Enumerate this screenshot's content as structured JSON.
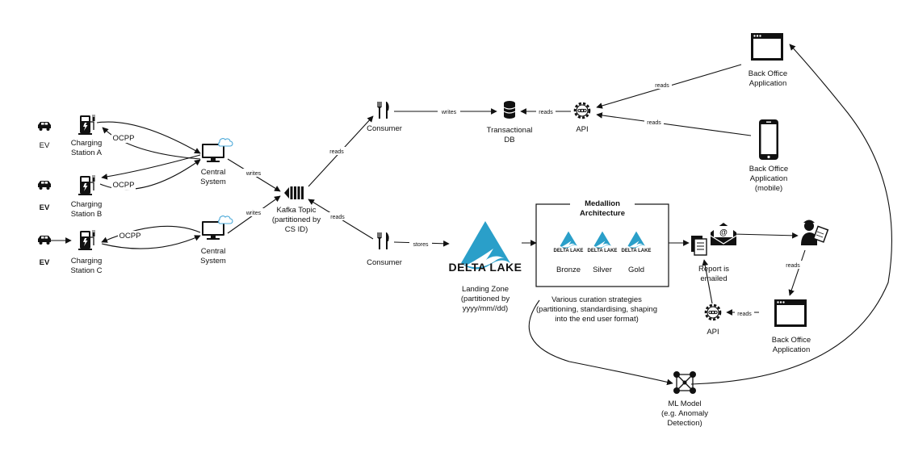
{
  "nodes": {
    "ev_a": {
      "label": "EV",
      "icon": "car-icon"
    },
    "ev_b": {
      "label": "EV",
      "icon": "car-icon"
    },
    "ev_c": {
      "label": "EV",
      "icon": "car-icon"
    },
    "station_a": {
      "label_1": "Charging",
      "label_2": "Station A",
      "icon": "charging-station-icon"
    },
    "station_b": {
      "label_1": "Charging",
      "label_2": "Station B",
      "icon": "charging-station-icon"
    },
    "station_c": {
      "label_1": "Charging",
      "label_2": "Station C",
      "icon": "charging-station-icon"
    },
    "central_1": {
      "label_1": "Central",
      "label_2": "System",
      "icon": "cloud-computer-icon"
    },
    "central_2": {
      "label_1": "Central",
      "label_2": "System",
      "icon": "cloud-computer-icon"
    },
    "kafka": {
      "label_1": "Kafka Topic",
      "label_2": "(partitioned by",
      "label_3": "CS ID)",
      "icon": "kafka-topic-icon"
    },
    "consumer_1": {
      "label": "Consumer",
      "icon": "fork-knife-icon"
    },
    "consumer_2": {
      "label": "Consumer",
      "icon": "fork-knife-icon"
    },
    "trans_db": {
      "label_1": "Transactional",
      "label_2": "DB",
      "icon": "database-icon"
    },
    "api_1": {
      "label": "API",
      "icon": "api-gear-icon"
    },
    "api_2": {
      "label": "API",
      "icon": "api-gear-icon"
    },
    "backoffice_1": {
      "label_1": "Back Office",
      "label_2": "Application",
      "icon": "browser-window-icon"
    },
    "backoffice_mobile": {
      "label_1": "Back Office",
      "label_2": "Application",
      "label_3": "(mobile)",
      "icon": "smartphone-icon"
    },
    "backoffice_2": {
      "label_1": "Back Office",
      "label_2": "Application",
      "icon": "browser-window-icon"
    },
    "delta_lake": {
      "logo_text": "DELTA LAKE",
      "label_1": "Landing Zone",
      "label_2": "(partitioned by",
      "label_3": "yyyy/mm//dd)",
      "icon": "delta-lake-logo"
    },
    "medallion": {
      "title_1": "Medallion",
      "title_2": "Architecture",
      "logo_text": "DELTA LAKE",
      "tiers": [
        "Bronze",
        "Silver",
        "Gold"
      ]
    },
    "report": {
      "label_1": "Report is",
      "label_2": "emailed",
      "icon": "email-report-icon"
    },
    "person": {
      "icon": "person-reading-icon"
    },
    "ml_model": {
      "label_1": "ML Model",
      "label_2": "(e.g. Anomaly",
      "label_3": "Detection)",
      "icon": "network-graph-icon"
    }
  },
  "edges": {
    "ocpp_a": "OCPP",
    "ocpp_b": "OCPP",
    "ocpp_c": "OCPP",
    "writes_1": "writes",
    "writes_2": "writes",
    "reads_kafka_1": "reads",
    "reads_kafka_2": "reads",
    "writes_db": "writes",
    "reads_db": "reads",
    "reads_bo": "reads",
    "reads_mobile": "reads",
    "stores": "stores",
    "reads_person": "reads",
    "reads_api2": "reads"
  },
  "notes": {
    "curation_1": "Various curation strategies",
    "curation_2": "(partitioning, standardising, shaping",
    "curation_3": "into the end user format)"
  }
}
